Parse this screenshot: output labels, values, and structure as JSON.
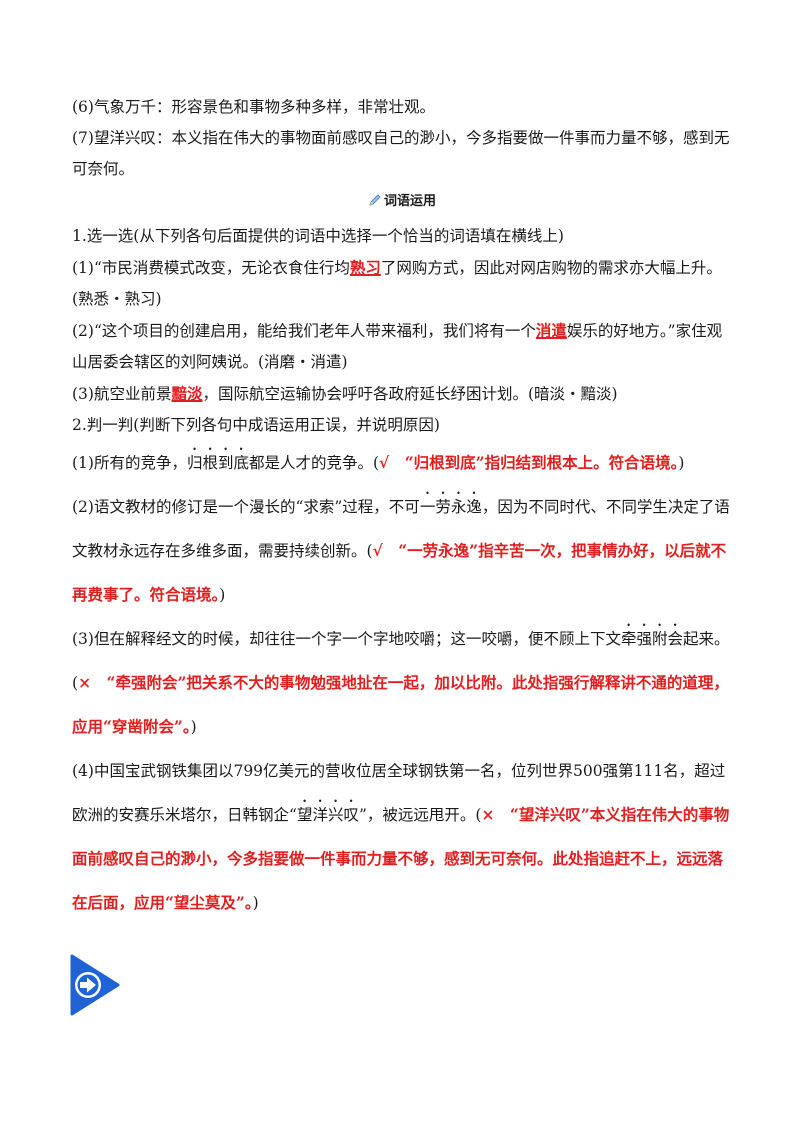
{
  "def6": "(6)气象万千：形容景色和事物多种多样，非常壮观。",
  "def7": "(7)望洋兴叹：本义指在伟大的事物面前感叹自己的渺小，今多指要做一件事而力量不够，感到无可奈何。",
  "section_title": "词语运用",
  "q1": {
    "heading": "1.选一选(从下列各句后面提供的词语中选择一个恰当的词语填在横线上)",
    "item1": {
      "before": "(1)“市民消费模式改变，无论衣食住行均",
      "answer": "熟习",
      "after": "了网购方式，因此对网店购物的需求亦大幅上升。(熟悉・熟习)"
    },
    "item2": {
      "before": "(2)“这个项目的创建启用，能给我们老年人带来福利，我们将有一个",
      "answer": "消遣",
      "after": "娱乐的好地方。”家住观山居委会辖区的刘阿姨说。(消磨・消遣)"
    },
    "item3": {
      "before": "(3)航空业前景",
      "answer": "黯淡",
      "after": "，国际航空运输协会呼吁各政府延长纾困计划。(暗淡・黯淡)"
    }
  },
  "q2": {
    "heading": "2.判一判(判断下列各句中成语运用正误，并说明原因)",
    "item1": {
      "before": "(1)所有的竞争，",
      "idiom": "归根到底",
      "after": "都是人才的竞争。(",
      "answer": "√　“归根到底”指归结到根本上。符合语境。",
      "close": ")"
    },
    "item2": {
      "before": "(2)语文教材的修订是一个漫长的“求索”过程，不可",
      "idiom": "一劳永逸",
      "after": "，因为不同时代、不同学生决定了语文教材永远存在多维多面，需要持续创新。(",
      "answer": "√　“一劳永逸”指辛苦一次，把事情办好，以后就不再费事了。符合语境。",
      "close": ")"
    },
    "item3": {
      "before": "(3)但在解释经文的时候，却往往一个字一个字地咬嚼；这一咬嚼，便不顾上下文",
      "idiom": "牵强附会",
      "after": "起来。(",
      "answer": "×　“牵强附会”把关系不大的事物勉强地扯在一起，加以比附。此处指强行解释讲不通的道理，应用“穿凿附会”。",
      "close": ")"
    },
    "item4": {
      "before": "(4)中国宝武钢铁集团以799亿美元的营收位居全球钢铁第一名，位列世界500强第111名，超过欧洲的安赛乐米塔尔，日韩钢企“",
      "idiom": "望洋兴叹",
      "after": "”，被远远甩开。(",
      "answer": "×　“望洋兴叹”本义指在伟大的事物面前感叹自己的渺小，今多指要做一件事而力量不够，感到无可奈何。此处指追赶不上，远远落在后面，应用“望尘莫及”。",
      "close": ")"
    }
  },
  "nav_icon": "next-arrow-icon",
  "colors": {
    "answer_red": "#e02020",
    "nav_blue": "#1f63d6"
  }
}
